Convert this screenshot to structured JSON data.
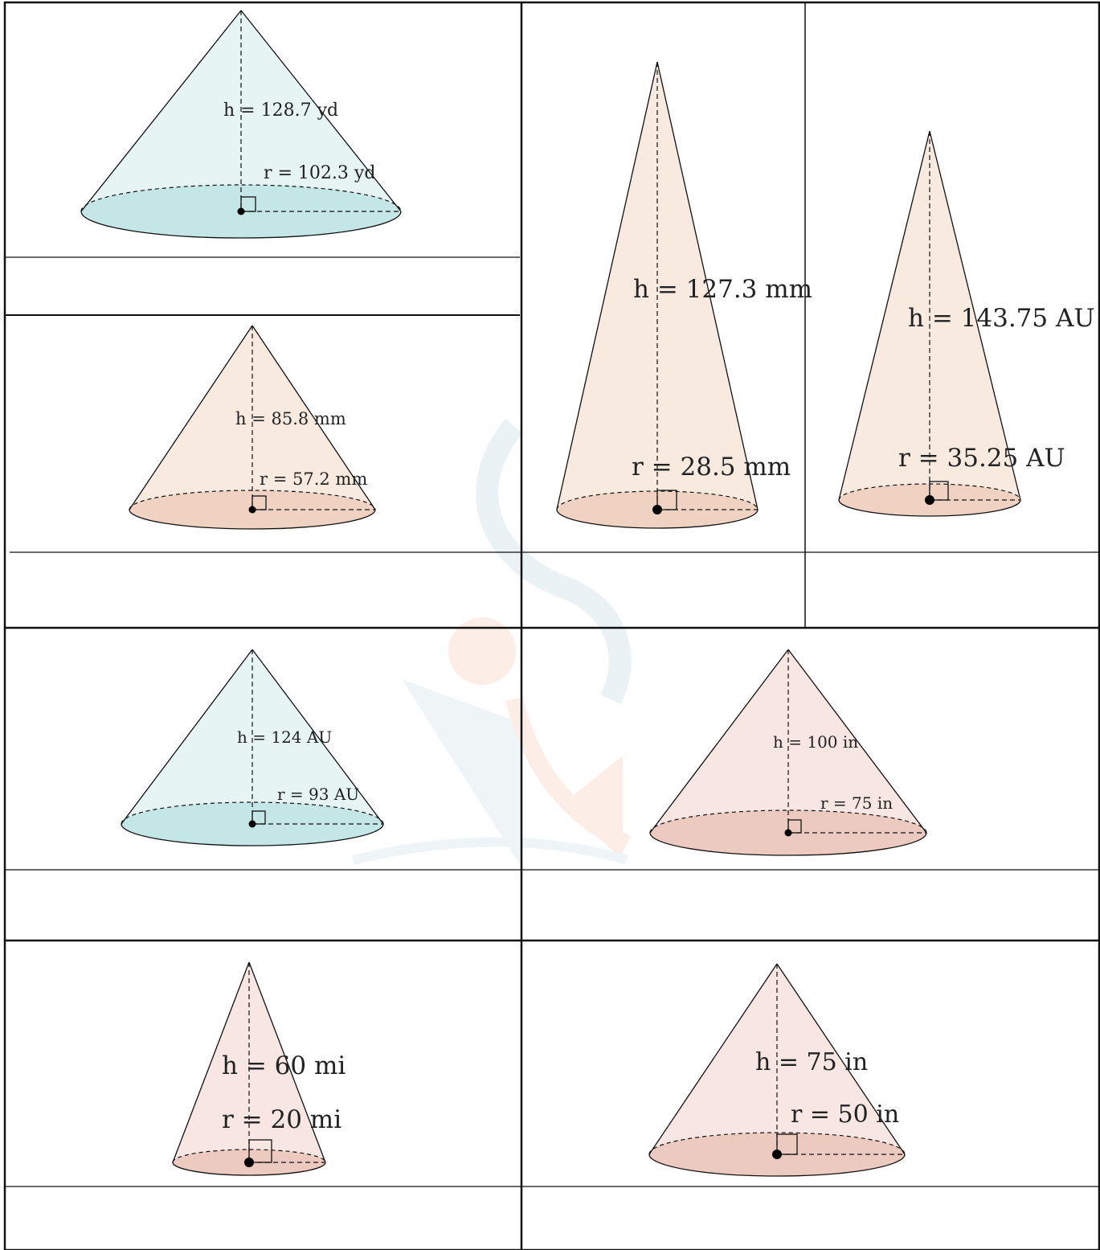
{
  "cones": [
    {
      "id": "c1",
      "h_label": "h = 128.7 yd",
      "r_label": "r = 102.3 yd",
      "fill": "#e6f4f4",
      "base": "#c4e6e6"
    },
    {
      "id": "c2",
      "h_label": "h = 85.8 mm",
      "r_label": "r = 57.2 mm",
      "fill": "#f9eae0",
      "base": "#f0d2c2"
    },
    {
      "id": "c3",
      "h_label": "h = 127.3 mm",
      "r_label": "r = 28.5 mm",
      "fill": "#f9eae0",
      "base": "#f0d2c2"
    },
    {
      "id": "c4",
      "h_label": "h = 143.75 AU",
      "r_label": "r = 35.25 AU",
      "fill": "#f9eae0",
      "base": "#f0d2c2"
    },
    {
      "id": "c5",
      "h_label": "h = 124 AU",
      "r_label": "r = 93 AU",
      "fill": "#e6f4f4",
      "base": "#c4e6e6"
    },
    {
      "id": "c6",
      "h_label": "h = 100 in",
      "r_label": "r = 75 in",
      "fill": "#f7e6e2",
      "base": "#eccac0"
    },
    {
      "id": "c7",
      "h_label": "h = 60 mi",
      "r_label": "r = 20 mi",
      "fill": "#f7e6e2",
      "base": "#eccac0"
    },
    {
      "id": "c8",
      "h_label": "h = 75 in",
      "r_label": "r = 50 in",
      "fill": "#f7e6e2",
      "base": "#eccac0"
    }
  ]
}
